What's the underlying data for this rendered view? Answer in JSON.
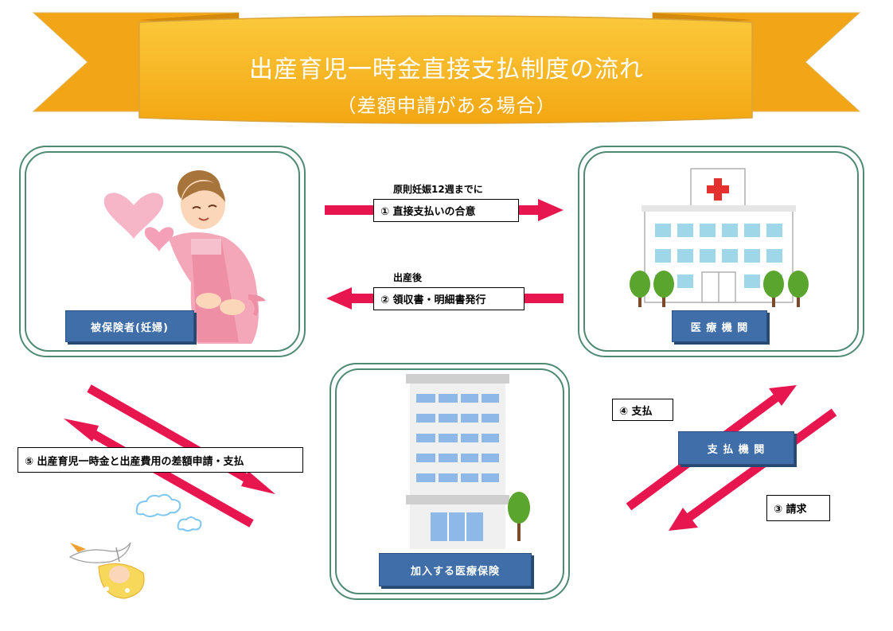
{
  "title": {
    "main": "出産育児一時金直接支払制度の流れ",
    "sub": "（差額申請がある場合）"
  },
  "nodes": {
    "insured": "被保険者(妊婦)",
    "hospital": "医 療 機 関",
    "payment_org": "支 払 機 関",
    "insurer": "加入する医療保険"
  },
  "flows": {
    "step1": {
      "note": "原則妊娠12週までに",
      "label": "① 直接支払いの合意"
    },
    "step2": {
      "note": "出産後",
      "label": "② 領収書・明細書発行"
    },
    "step3": {
      "label": "③ 請求"
    },
    "step4": {
      "label": "④ 支払"
    },
    "step5": {
      "label": "⑤ 出産育児一時金と出産費用の差額申請・支払"
    }
  },
  "colors": {
    "ribbon": "#f7b71d",
    "arrow": "#e8164f",
    "panel_border": "#4f8a72",
    "label_blue": "#3f6ea8"
  },
  "icons": [
    "pink-heart-icon",
    "pregnant-woman-icon",
    "hospital-building-icon",
    "red-cross-icon",
    "office-building-icon",
    "tree-icon",
    "cloud-icon",
    "stork-baby-icon"
  ]
}
